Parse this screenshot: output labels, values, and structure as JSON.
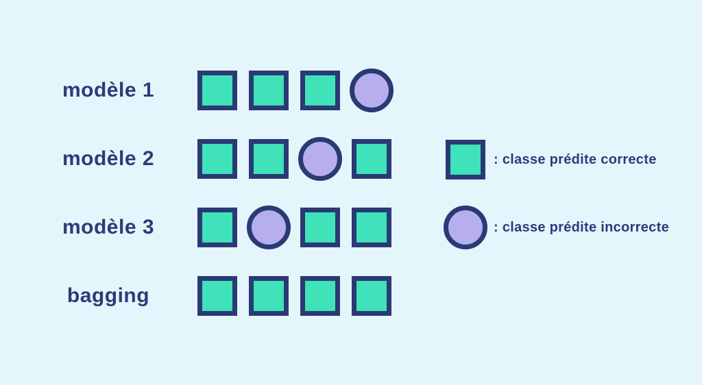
{
  "colors": {
    "background": "#e5f5fc",
    "correct": "#3fe2b9",
    "incorrect": "#b7aeed",
    "border": "#293a74",
    "text": "#2b3c7a"
  },
  "rows": [
    {
      "label": "modèle 1",
      "shapes": [
        "square",
        "square",
        "square",
        "circle"
      ]
    },
    {
      "label": "modèle 2",
      "shapes": [
        "square",
        "square",
        "circle",
        "square"
      ]
    },
    {
      "label": "modèle 3",
      "shapes": [
        "square",
        "circle",
        "square",
        "square"
      ]
    },
    {
      "label": "bagging",
      "shapes": [
        "square",
        "square",
        "square",
        "square"
      ]
    }
  ],
  "legend": [
    {
      "shape": "square",
      "label": ": classe prédite correcte"
    },
    {
      "shape": "circle",
      "label": ": classe prédite incorrecte"
    }
  ]
}
